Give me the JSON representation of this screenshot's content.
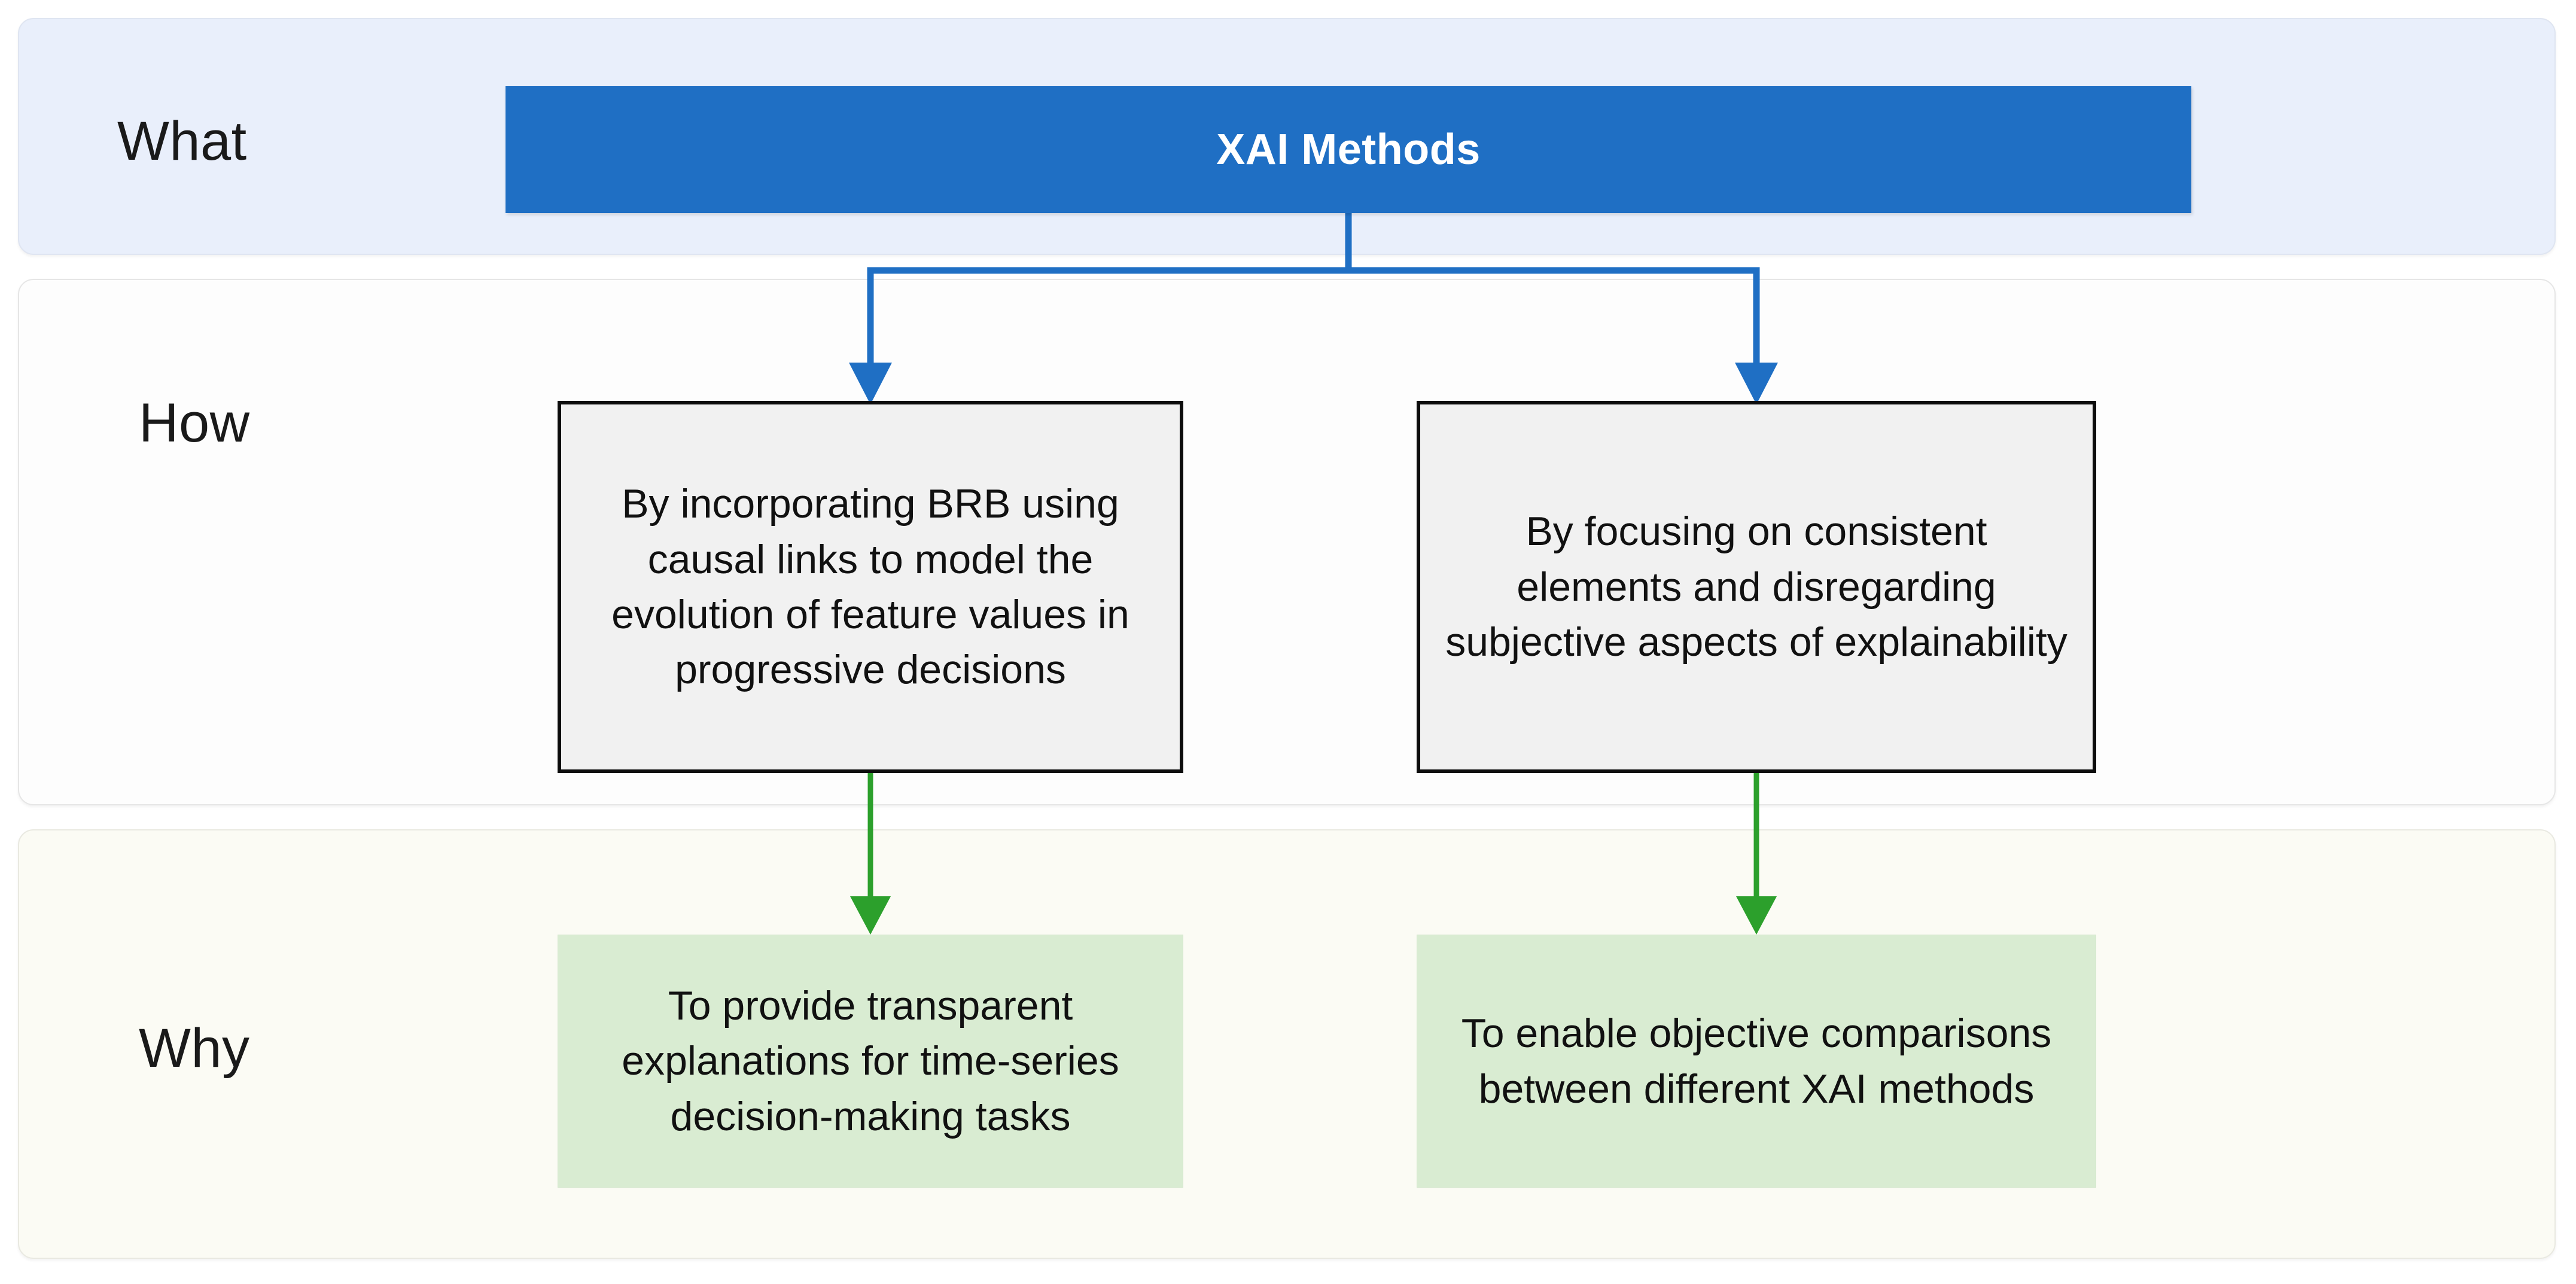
{
  "diagram": {
    "title_bold": "XAI Methods",
    "rows": [
      {
        "key": "what",
        "label": "What"
      },
      {
        "key": "how",
        "label": "How"
      },
      {
        "key": "why",
        "label": "Why"
      }
    ],
    "root": {
      "label": "XAI Methods",
      "fill": "#1f6fc4",
      "text_color": "#ffffff"
    },
    "how_nodes": [
      {
        "label": "By incorporating BRB using causal links to model the evolution of feature values in progressive decisions",
        "fill": "#f1f1f1",
        "border": "#0d0d0d"
      },
      {
        "label": "By focusing on consistent elements and disregarding subjective aspects of explainability",
        "fill": "#f1f1f1",
        "border": "#0d0d0d"
      }
    ],
    "why_nodes": [
      {
        "label": "To provide transparent explanations for time-series decision-making tasks",
        "fill": "#d9ecd2"
      },
      {
        "label": "To enable objective comparisons between different XAI methods",
        "fill": "#d9ecd2"
      }
    ],
    "panels": {
      "what_bg": "#e9effb",
      "how_bg": "#fdfdfd",
      "why_bg": "#fbfbf4"
    },
    "connectors": {
      "root_to_how_color": "#1f6fc4",
      "how_to_why_color": "#2ca02c"
    }
  }
}
